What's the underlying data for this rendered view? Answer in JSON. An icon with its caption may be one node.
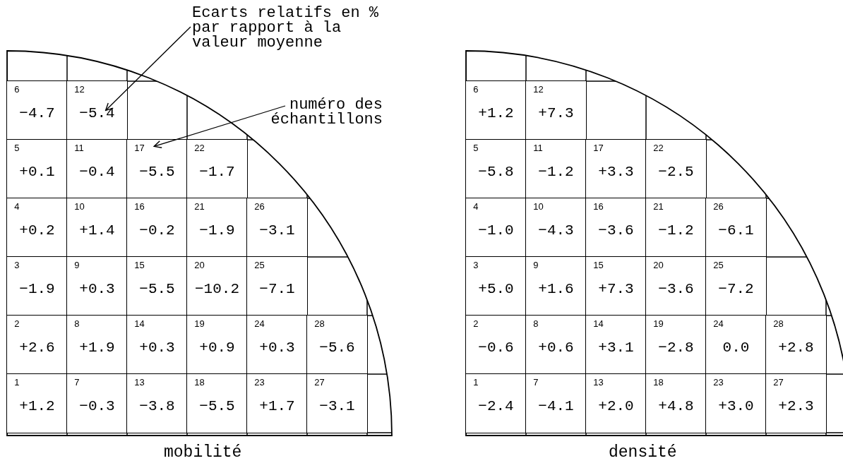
{
  "diagram": {
    "nodes": [
      {
        "text": [],
        "shape": "circle",
        "beside": [
          "mobilité"
        ]
      },
      {
        "text": [
          "6",
          "−4.7"
        ],
        "in": 0
      },
      {
        "text": [
          "12",
          "−5.4"
        ],
        "in": 0
      },
      {
        "text": [
          "5",
          "+0.1"
        ],
        "in": 0
      },
      {
        "text": [
          "11",
          "−0.4"
        ],
        "in": 0
      },
      {
        "text": [
          "17",
          "−5.5"
        ],
        "in": 0
      },
      {
        "text": [
          "22",
          "−1.7"
        ],
        "in": 0
      },
      {
        "text": [
          "4",
          "+0.2"
        ],
        "in": 0
      },
      {
        "text": [
          "10",
          "+1.4"
        ],
        "in": 0
      },
      {
        "text": [
          "16",
          "−0.2"
        ],
        "in": 0
      },
      {
        "text": [
          "21",
          "−1.9"
        ],
        "in": 0
      },
      {
        "text": [
          "26",
          "−3.1"
        ],
        "in": 0
      },
      {
        "text": [
          "3",
          "−1.9"
        ],
        "in": 0
      },
      {
        "text": [
          "9",
          "+0.3"
        ],
        "in": 0
      },
      {
        "text": [
          "15",
          "−5.5"
        ],
        "in": 0
      },
      {
        "text": [
          "20",
          "−10.2"
        ],
        "in": 0
      },
      {
        "text": [
          "25",
          "−7.1"
        ],
        "in": 0
      },
      {
        "text": [
          "2",
          "+2.6"
        ],
        "in": 0
      },
      {
        "text": [
          "8",
          "+1.9"
        ],
        "in": 0
      },
      {
        "text": [
          "14",
          "+0.3"
        ],
        "in": 0
      },
      {
        "text": [
          "19",
          "+0.9"
        ],
        "in": 0
      },
      {
        "text": [
          "24",
          "+0.3"
        ],
        "in": 0
      },
      {
        "text": [
          "28",
          "−5.6"
        ],
        "in": 0
      },
      {
        "text": [
          "1",
          "+1.2"
        ],
        "in": 0
      },
      {
        "text": [
          "7",
          "−0.3"
        ],
        "in": 0
      },
      {
        "text": [
          "13",
          "−3.8"
        ],
        "in": 0
      },
      {
        "text": [
          "18",
          "−5.5"
        ],
        "in": 0
      },
      {
        "text": [
          "23",
          "+1.7"
        ],
        "in": 0
      },
      {
        "text": [
          "27",
          "−3.1"
        ],
        "in": 0
      },
      {
        "text": [],
        "shape": "circle",
        "beside": [
          "densité"
        ]
      },
      {
        "text": [
          "6",
          "+1.2"
        ],
        "in": 29
      },
      {
        "text": [
          "12",
          "+7.3"
        ],
        "in": 29
      },
      {
        "text": [
          "5",
          "−5.8"
        ],
        "in": 29
      },
      {
        "text": [
          "11",
          "−1.2"
        ],
        "in": 29
      },
      {
        "text": [
          "17",
          "+3.3"
        ],
        "in": 29
      },
      {
        "text": [
          "22",
          "−2.5"
        ],
        "in": 29
      },
      {
        "text": [
          "4",
          "−1.0"
        ],
        "in": 29
      },
      {
        "text": [
          "10",
          "−4.3"
        ],
        "in": 29
      },
      {
        "text": [
          "16",
          "−3.6"
        ],
        "in": 29
      },
      {
        "text": [
          "21",
          "−1.2"
        ],
        "in": 29
      },
      {
        "text": [
          "26",
          "−6.1"
        ],
        "in": 29
      },
      {
        "text": [
          "3",
          "+5.0"
        ],
        "in": 29
      },
      {
        "text": [
          "9",
          "+1.6"
        ],
        "in": 29
      },
      {
        "text": [
          "15",
          "+7.3"
        ],
        "in": 29
      },
      {
        "text": [
          "20",
          "−3.6"
        ],
        "in": 29
      },
      {
        "text": [
          "25",
          "−7.2"
        ],
        "in": 29
      },
      {
        "text": [
          "2",
          "−0.6"
        ],
        "in": 29
      },
      {
        "text": [
          "8",
          "+0.6"
        ],
        "in": 29
      },
      {
        "text": [
          "14",
          "+3.1"
        ],
        "in": 29
      },
      {
        "text": [
          "19",
          "−2.8"
        ],
        "in": 29
      },
      {
        "text": [
          "24",
          "0.0"
        ],
        "in": 29
      },
      {
        "text": [
          "28",
          "+2.8"
        ],
        "in": 29
      },
      {
        "text": [
          "1",
          "−2.4"
        ],
        "in": 29
      },
      {
        "text": [
          "7",
          "−4.1"
        ],
        "in": 29
      },
      {
        "text": [
          "13",
          "+2.0"
        ],
        "in": 29
      },
      {
        "text": [
          "18",
          "+4.8"
        ],
        "in": 29
      },
      {
        "text": [
          "23",
          "+3.0"
        ],
        "in": 29
      },
      {
        "text": [
          "27",
          "+2.3"
        ],
        "in": 29
      },
      {
        "text": [
          "Ecarts relatifs en % par rapport à la valeur moyenne"
        ]
      },
      {
        "text": [
          "numéro des échantillons"
        ]
      }
    ],
    "edges": [
      {
        "from": 58,
        "to": 2,
        "arrow": "to"
      },
      {
        "from": 59,
        "to": 5,
        "arrow": "to"
      }
    ]
  }
}
